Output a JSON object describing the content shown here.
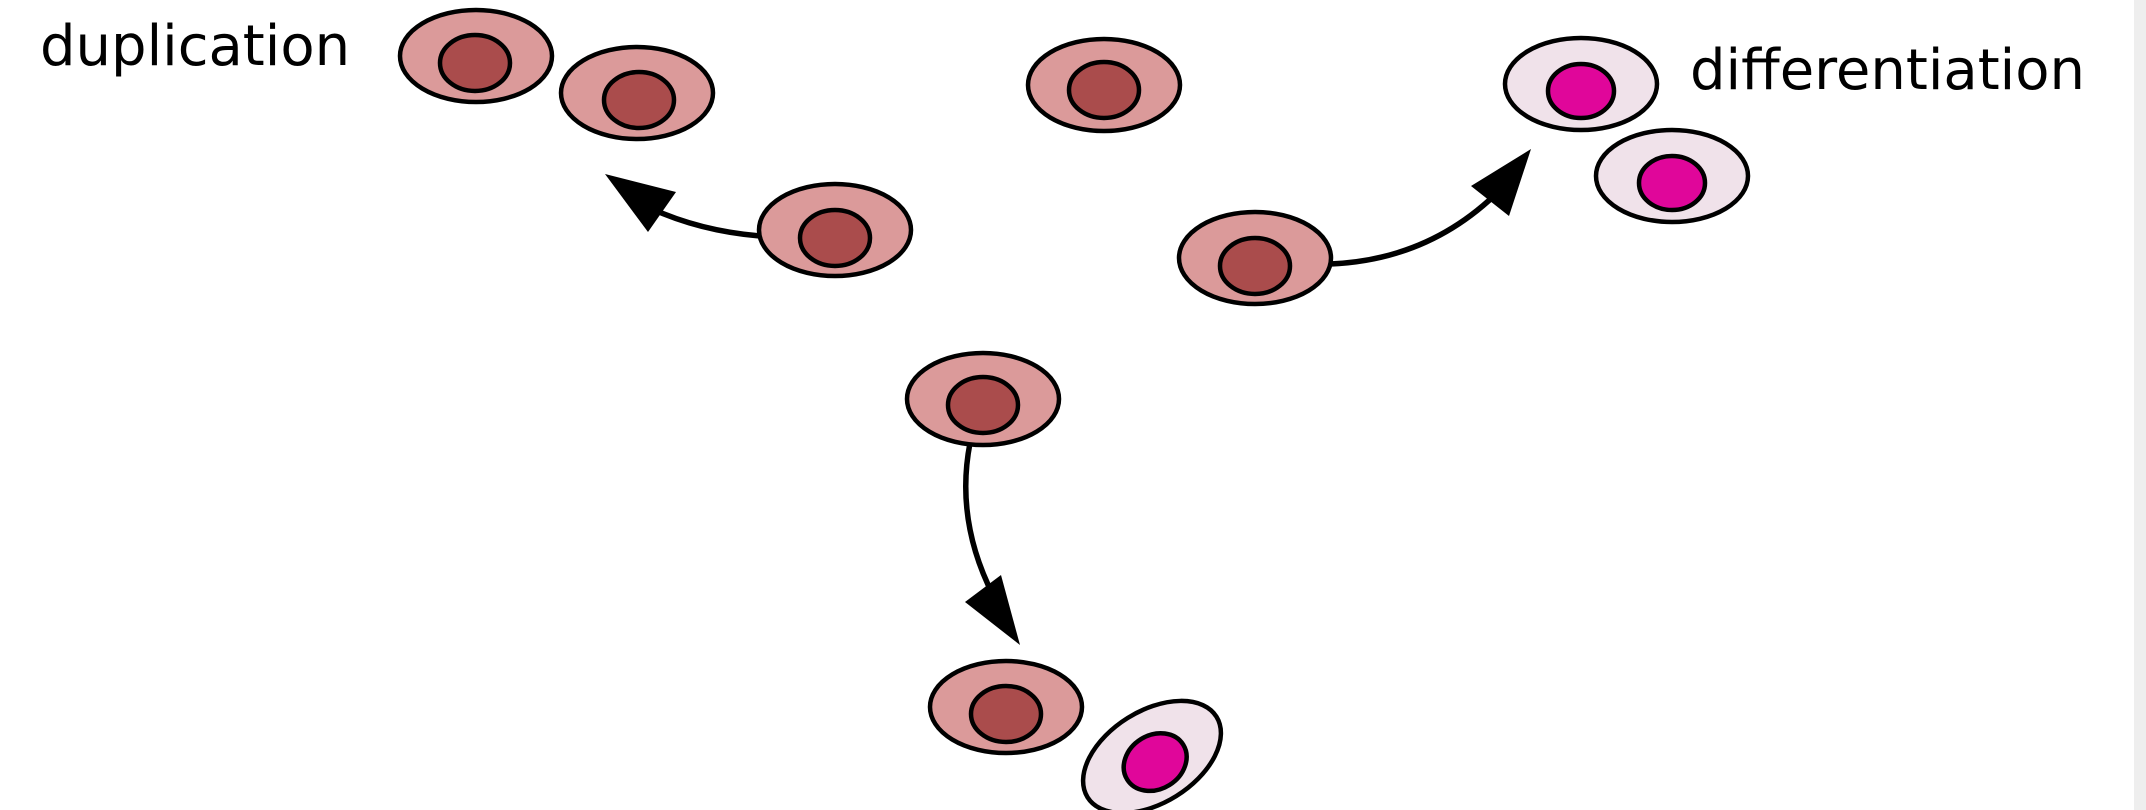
{
  "labels": {
    "duplication": "duplication",
    "differentiation": "differentiation"
  },
  "colors": {
    "background": "#ffffff",
    "stem_cell_body": "#db9a9a",
    "stem_cell_nucleus": "#aa4c4c",
    "diff_cell_body": "#f0e2ea",
    "diff_cell_nucleus": "#e0069a",
    "outline": "#000000"
  },
  "cells": [
    {
      "id": "source",
      "kind": "stem"
    },
    {
      "id": "left-intermediate",
      "kind": "stem"
    },
    {
      "id": "duplication-daughter-1",
      "kind": "stem"
    },
    {
      "id": "duplication-daughter-2",
      "kind": "stem"
    },
    {
      "id": "middle-top",
      "kind": "stem"
    },
    {
      "id": "right-intermediate",
      "kind": "stem"
    },
    {
      "id": "differentiation-daughter-1",
      "kind": "differentiated"
    },
    {
      "id": "differentiation-daughter-2",
      "kind": "differentiated"
    },
    {
      "id": "asymmetric-daughter-stem",
      "kind": "stem"
    },
    {
      "id": "asymmetric-daughter-diff",
      "kind": "differentiated"
    }
  ]
}
